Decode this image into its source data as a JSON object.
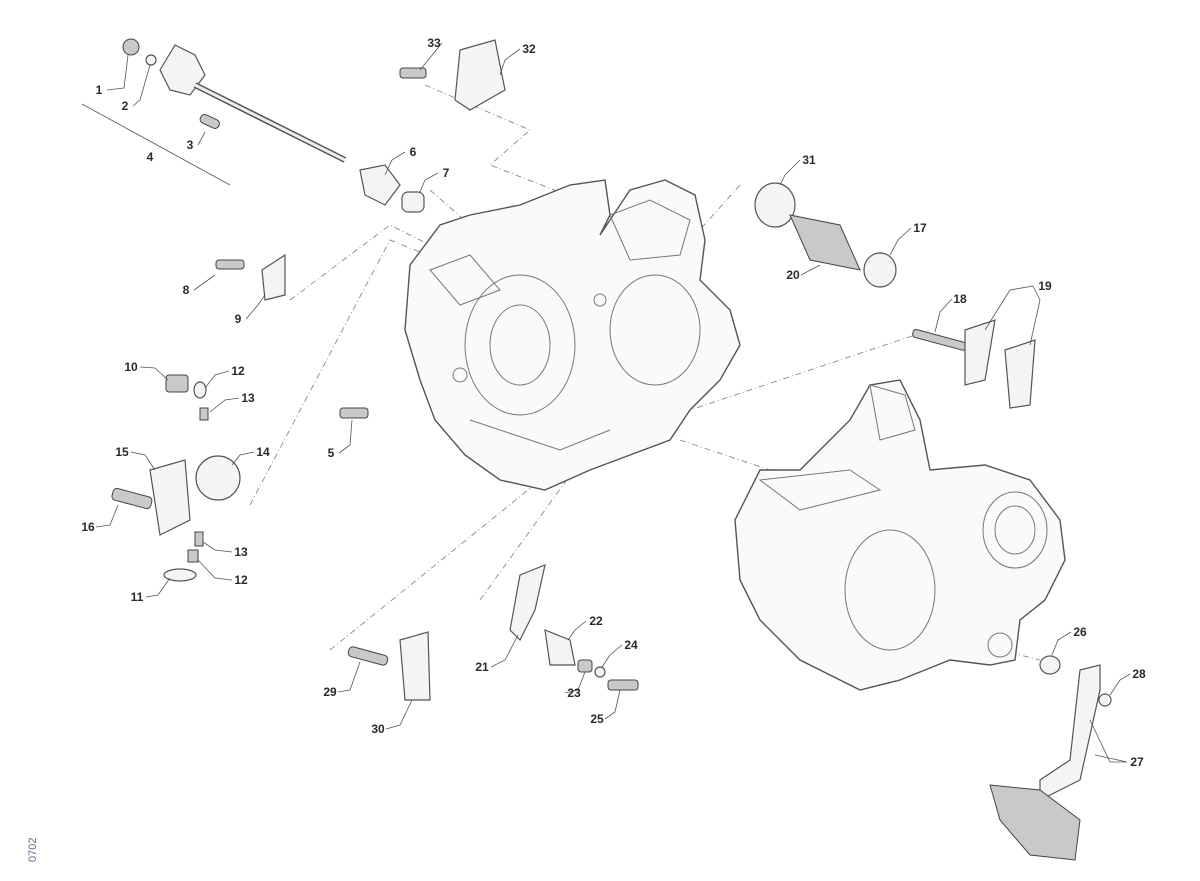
{
  "diagram": {
    "code": "0702",
    "callouts": {
      "c1": "1",
      "c2": "2",
      "c3": "3",
      "c4": "4",
      "c5": "5",
      "c6": "6",
      "c7": "7",
      "c8": "8",
      "c9": "9",
      "c10": "10",
      "c11": "11",
      "c12a": "12",
      "c12b": "12",
      "c13a": "13",
      "c13b": "13",
      "c14": "14",
      "c15": "15",
      "c16": "16",
      "c17": "17",
      "c18": "18",
      "c19": "19",
      "c20": "20",
      "c21": "21",
      "c22": "22",
      "c23": "23",
      "c24": "24",
      "c25": "25",
      "c26": "26",
      "c27": "27",
      "c28": "28",
      "c29": "29",
      "c30": "30",
      "c31": "31",
      "c32": "32",
      "c33": "33"
    }
  }
}
